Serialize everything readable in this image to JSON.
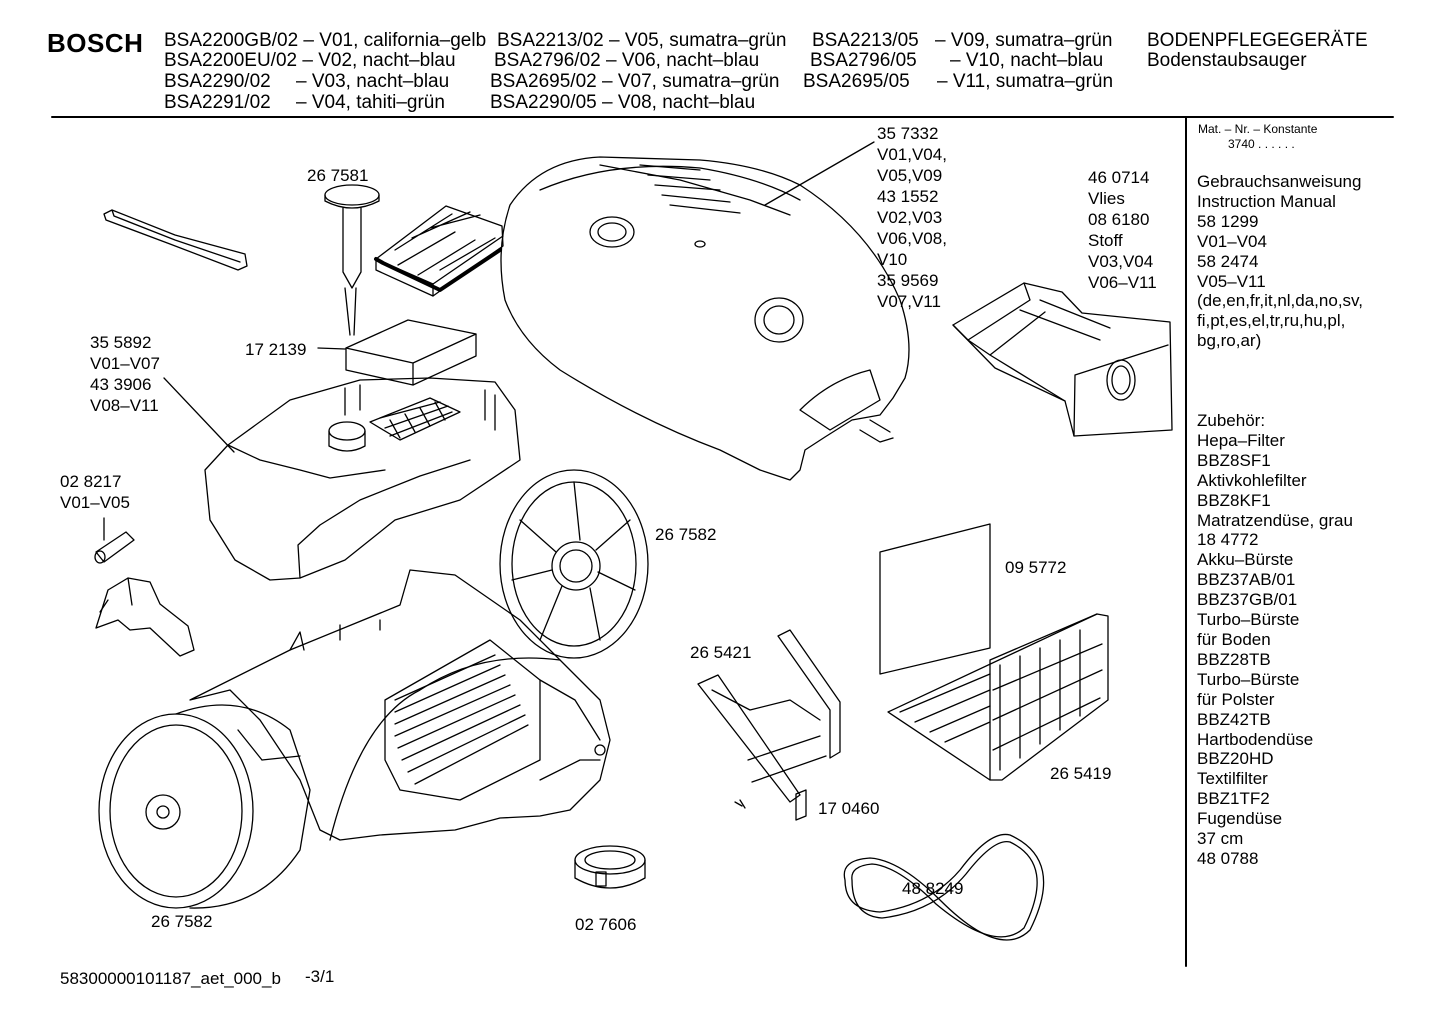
{
  "brand": "BOSCH",
  "header": {
    "models": [
      [
        "BSA2200GB/02 – V01, california–gelb",
        "BSA2213/02 – V05, sumatra–grün",
        "BSA2213/05",
        "– V09, sumatra–grün"
      ],
      [
        "BSA2200EU/02 – V02, nacht–blau",
        "BSA2796/02 – V06, nacht–blau",
        "BSA2796/05",
        "– V10, nacht–blau"
      ],
      [
        "BSA2290/02",
        "– V03, nacht–blau",
        "BSA2695/02 – V07, sumatra–grün",
        "BSA2695/05",
        "– V11, sumatra–grün"
      ],
      [
        "BSA2291/02",
        "– V04, tahiti–grün",
        "BSA2290/05 – V08, nacht–blau"
      ]
    ],
    "category": "BODENPFLEGEGERÄTE",
    "subcategory": "Bodenstaubsauger"
  },
  "parts": {
    "p267581": "26 7581",
    "p357332": [
      "35 7332",
      "V01,V04,",
      "V05,V09",
      "43 1552",
      "V02,V03",
      "V06,V08,",
      "V10",
      "35 9569",
      "V07,V11"
    ],
    "p460714": [
      "46 0714",
      "Vlies",
      "08 6180",
      "Stoff",
      "V03,V04",
      "V06–V11"
    ],
    "p355892": [
      "35 5892",
      "V01–V07",
      "43 3906",
      "V08–V11"
    ],
    "p172139": "17 2139",
    "p028217": [
      "02 8217",
      "V01–V05"
    ],
    "p267582_top": "26 7582",
    "p095772": "09 5772",
    "p265421": "26 5421",
    "p265419": "26 5419",
    "p170460": "17 0460",
    "p488249": "48 8249",
    "p267582_bottom": "26 7582",
    "p027606": "02 7606"
  },
  "sidebar": {
    "mat_nr": "Mat. – Nr. – Konstante",
    "constant": "3740  .  .  .  .  .  .",
    "lines": [
      "Gebrauchsanweisung",
      "Instruction Manual",
      "58 1299",
      "V01–V04",
      "58 2474",
      "V05–V11",
      "(de,en,fr,it,nl,da,no,sv,",
      "fi,pt,es,el,tr,ru,hu,pl,",
      "bg,ro,ar)"
    ],
    "accessories": [
      "Zubehör:",
      "Hepa–Filter",
      "BBZ8SF1",
      "Aktivkohlefilter",
      "BBZ8KF1",
      "Matratzendüse, grau",
      "18 4772",
      "Akku–Bürste",
      "BBZ37AB/01",
      "BBZ37GB/01",
      "Turbo–Bürste",
      "für Boden",
      "BBZ28TB",
      "Turbo–Bürste",
      "für Polster",
      "BBZ42TB",
      "Hartbodendüse",
      "BBZ20HD",
      "Textilfilter",
      "BBZ1TF2",
      "Fugendüse",
      "37 cm",
      "48 0788"
    ]
  },
  "footer": {
    "doc_id": "58300000101187_aet_000_b",
    "page": "-3/1"
  }
}
